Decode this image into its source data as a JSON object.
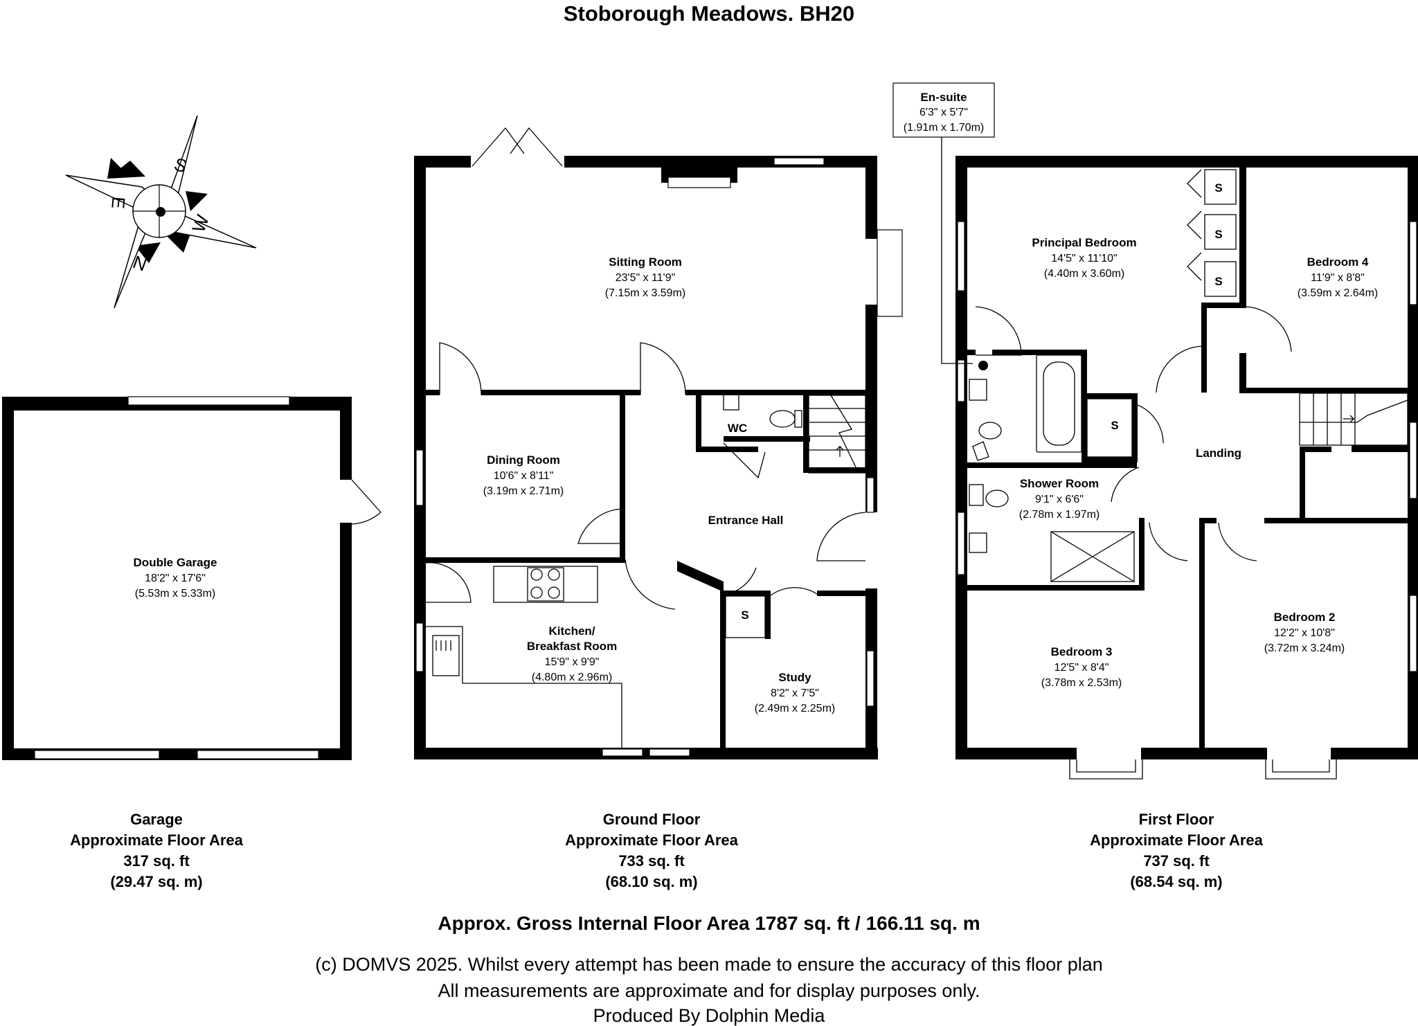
{
  "title": "Stoborough Meadows. BH20",
  "compass": {
    "n": "N",
    "e": "E",
    "s": "S",
    "w": "W"
  },
  "rooms": {
    "double_garage": {
      "name": "Double Garage",
      "dim_imperial": "18'2\" x 17'6\"",
      "dim_metric": "(5.53m x 5.33m)"
    },
    "sitting_room": {
      "name": "Sitting Room",
      "dim_imperial": "23'5\" x 11'9\"",
      "dim_metric": "(7.15m x 3.59m)"
    },
    "dining_room": {
      "name": "Dining Room",
      "dim_imperial": "10'6\" x 8'11\"",
      "dim_metric": "(3.19m x 2.71m)"
    },
    "wc": {
      "name": "WC"
    },
    "entrance_hall": {
      "name": "Entrance Hall"
    },
    "kitchen": {
      "name_line1": "Kitchen/",
      "name_line2": "Breakfast Room",
      "dim_imperial": "15'9\" x 9'9\"",
      "dim_metric": "(4.80m x 2.96m)"
    },
    "study": {
      "name": "Study",
      "dim_imperial": "8'2\" x 7'5\"",
      "dim_metric": "(2.49m x 2.25m)"
    },
    "en_suite": {
      "name": "En-suite",
      "dim_imperial": "6'3\" x 5'7\"",
      "dim_metric": "(1.91m x 1.70m)"
    },
    "principal_bedroom": {
      "name": "Principal Bedroom",
      "dim_imperial": "14'5\" x 11'10\"",
      "dim_metric": "(4.40m x 3.60m)"
    },
    "bedroom_4": {
      "name": "Bedroom 4",
      "dim_imperial": "11'9\" x 8'8\"",
      "dim_metric": "(3.59m x 2.64m)"
    },
    "shower_room": {
      "name": "Shower Room",
      "dim_imperial": "9'1\" x 6'6\"",
      "dim_metric": "(2.78m x 1.97m)"
    },
    "landing": {
      "name": "Landing"
    },
    "bedroom_3": {
      "name": "Bedroom 3",
      "dim_imperial": "12'5\" x 8'4\"",
      "dim_metric": "(3.78m x 2.53m)"
    },
    "bedroom_2": {
      "name": "Bedroom 2",
      "dim_imperial": "12'2\" x 10'8\"",
      "dim_metric": "(3.72m x 3.24m)"
    }
  },
  "storage_label": "S",
  "floors": {
    "garage": {
      "name": "Garage",
      "area_label": "Approximate Floor Area",
      "area_sqft": "317 sq. ft",
      "area_sqm": "(29.47 sq. m)"
    },
    "ground": {
      "name": "Ground Floor",
      "area_label": "Approximate Floor Area",
      "area_sqft": "733 sq. ft",
      "area_sqm": "(68.10 sq. m)"
    },
    "first": {
      "name": "First Floor",
      "area_label": "Approximate Floor Area",
      "area_sqft": "737 sq. ft",
      "area_sqm": "(68.54 sq. m)"
    }
  },
  "gross_area": "Approx. Gross Internal Floor Area 1787 sq. ft / 166.11 sq. m",
  "disclaimer": {
    "line1": "(c) DOMVS 2025. Whilst every attempt has been made to ensure the accuracy of this floor plan",
    "line2": "All measurements are approximate and for display purposes only.",
    "line3": "Produced By Dolphin Media"
  }
}
